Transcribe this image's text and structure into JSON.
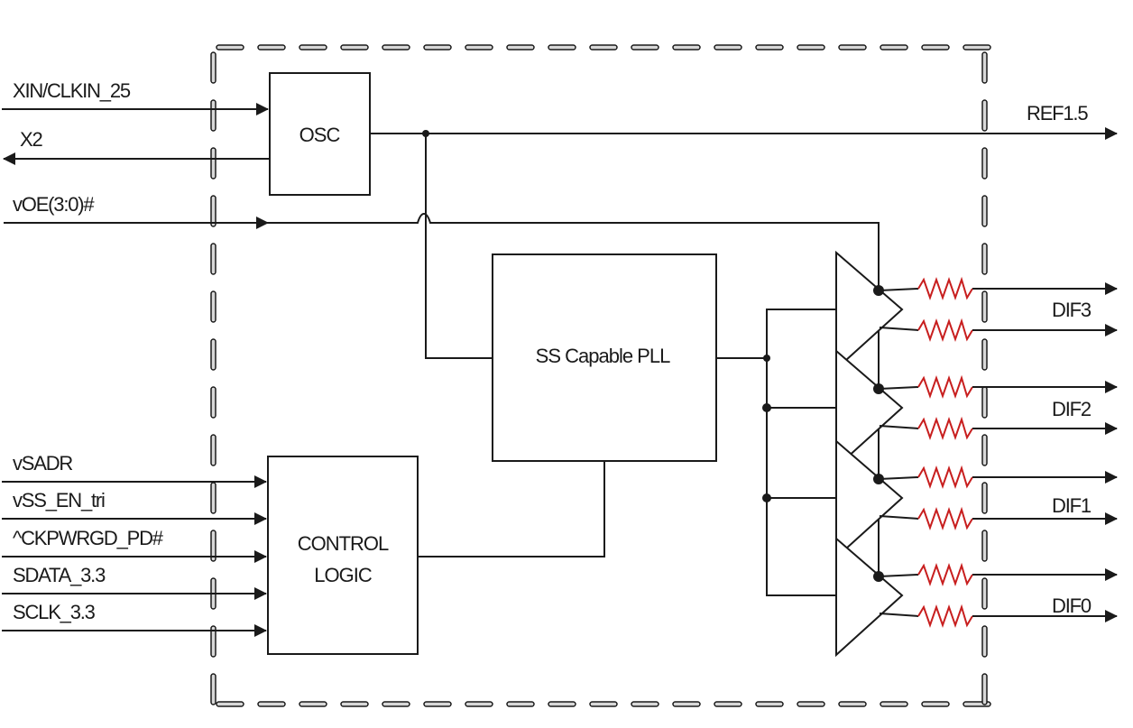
{
  "diagram": {
    "title": "Clock generator block diagram",
    "colors": {
      "wire": "#1a1a1a",
      "resistor": "#c81e1e",
      "boundary": "#1a1a1a"
    },
    "blocks": {
      "osc": "OSC",
      "pll": "SS Capable PLL",
      "control_line1": "CONTROL",
      "control_line2": "LOGIC"
    },
    "inputs": {
      "xin": "XIN/CLKIN_25",
      "x2": "X2",
      "voe": "vOE(3:0)#",
      "vsadr": "vSADR",
      "vss_en": "vSS_EN_tri",
      "ckpwrgd": "^CKPWRGD_PD#",
      "sdata": "SDATA_3.3",
      "sclk": "SCLK_3.3"
    },
    "outputs": {
      "ref": "REF1.5",
      "dif3": "DIF3",
      "dif2": "DIF2",
      "dif1": "DIF1",
      "dif0": "DIF0"
    }
  }
}
